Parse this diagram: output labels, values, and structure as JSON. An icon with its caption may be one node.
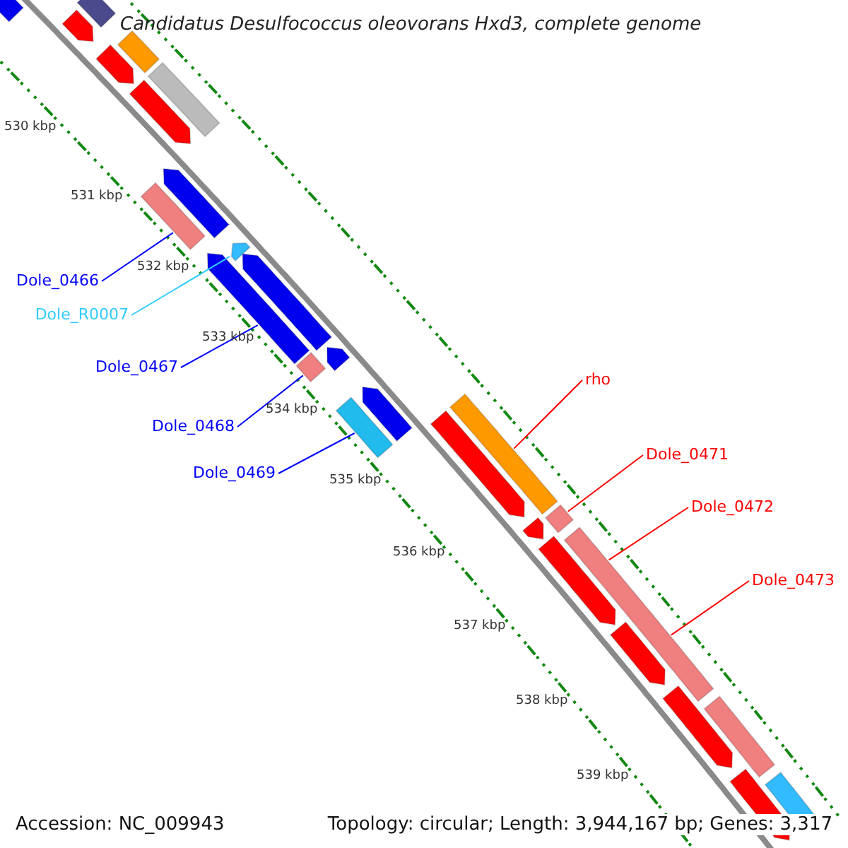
{
  "diagram": {
    "title": "Candidatus Desulfococcus oleovorans Hxd3, complete genome",
    "nodes": [
      {
        "text": [
          "Dole_0466"
        ]
      },
      {
        "text": [
          "Dole_R0007"
        ]
      },
      {
        "text": [
          "Dole_0467"
        ]
      },
      {
        "text": [
          "Dole_0468"
        ]
      },
      {
        "text": [
          "Dole_0469"
        ]
      },
      {
        "text": [
          "rho"
        ]
      },
      {
        "text": [
          "Dole_0471"
        ]
      },
      {
        "text": [
          "Dole_0472"
        ]
      },
      {
        "text": [
          "Dole_0473"
        ]
      },
      {
        "text": [],
        "shape": "bar"
      },
      {
        "text": [],
        "shape": "arrow"
      },
      {
        "text": [],
        "shape": "arrow"
      },
      {
        "text": [],
        "shape": "bar"
      },
      {
        "text": [],
        "shape": "bar"
      },
      {
        "text": [],
        "shape": "bar"
      },
      {
        "text": [],
        "shape": "bar"
      },
      {
        "text": [],
        "shape": "bar"
      },
      {
        "text": [],
        "shape": "arrow"
      }
    ],
    "edges": [
      {
        "from": 0,
        "to": 9,
        "arrow": "none",
        "color": "#0000ff"
      },
      {
        "from": 1,
        "to": 10,
        "arrow": "none",
        "color": "#33ccff"
      },
      {
        "from": 2,
        "to": 11,
        "arrow": "none",
        "color": "#0000ff"
      },
      {
        "from": 3,
        "to": 12,
        "arrow": "none",
        "color": "#0000ff"
      },
      {
        "from": 4,
        "to": 13,
        "arrow": "none",
        "color": "#0000ff"
      },
      {
        "from": 5,
        "to": 14,
        "arrow": "none",
        "color": "#ff0000"
      },
      {
        "from": 6,
        "to": 15,
        "arrow": "none",
        "color": "#ff0000"
      },
      {
        "from": 7,
        "to": 16,
        "arrow": "none",
        "color": "#ff0000"
      },
      {
        "from": 8,
        "to": 16,
        "arrow": "none",
        "color": "#ff0000"
      }
    ],
    "labels": [
      "530 kbp",
      "531 kbp",
      "532 kbp",
      "533 kbp",
      "534 kbp",
      "535 kbp",
      "536 kbp",
      "537 kbp",
      "538 kbp",
      "539 kbp",
      "Accession: NC_009943",
      "Topology: circular; Length: 3,944,167 bp; Genes: 3,317"
    ]
  }
}
